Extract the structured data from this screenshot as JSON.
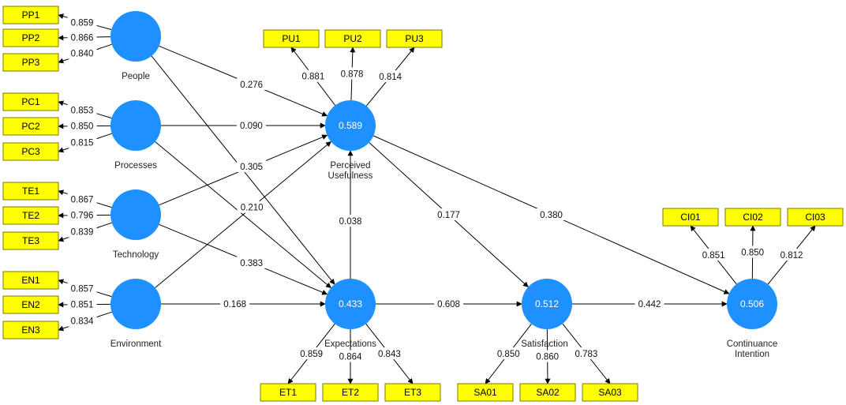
{
  "constructs": {
    "people": {
      "label_lines": [
        "People"
      ],
      "value": ""
    },
    "processes": {
      "label_lines": [
        "Processes"
      ],
      "value": ""
    },
    "technology": {
      "label_lines": [
        "Technology"
      ],
      "value": ""
    },
    "environment": {
      "label_lines": [
        "Environment"
      ],
      "value": ""
    },
    "perceived_usefulness": {
      "label_lines": [
        "Perceived",
        "Usefulness"
      ],
      "value": "0.589"
    },
    "expectations": {
      "label_lines": [
        "Expectations"
      ],
      "value": "0.433"
    },
    "satisfaction": {
      "label_lines": [
        "Satisfaction"
      ],
      "value": "0.512"
    },
    "continuance_intention": {
      "label_lines": [
        "Continuance",
        "Intention"
      ],
      "value": "0.506"
    }
  },
  "indicators": {
    "pp1": "PP1",
    "pp2": "PP2",
    "pp3": "PP3",
    "pc1": "PC1",
    "pc2": "PC2",
    "pc3": "PC3",
    "te1": "TE1",
    "te2": "TE2",
    "te3": "TE3",
    "en1": "EN1",
    "en2": "EN2",
    "en3": "EN3",
    "pu1": "PU1",
    "pu2": "PU2",
    "pu3": "PU3",
    "et1": "ET1",
    "et2": "ET2",
    "et3": "ET3",
    "sa01": "SA01",
    "sa02": "SA02",
    "sa03": "SA03",
    "ci01": "CI01",
    "ci02": "CI02",
    "ci03": "CI03"
  },
  "loadings": {
    "pp1": "0.859",
    "pp2": "0.866",
    "pp3": "0.840",
    "pc1": "0.853",
    "pc2": "0.850",
    "pc3": "0.815",
    "te1": "0.867",
    "te2": "0.796",
    "te3": "0.839",
    "en1": "0.857",
    "en2": "0.851",
    "en3": "0.834",
    "pu1": "0.881",
    "pu2": "0.878",
    "pu3": "0.814",
    "et1": "0.859",
    "et2": "0.864",
    "et3": "0.843",
    "sa01": "0.850",
    "sa02": "0.860",
    "sa03": "0.783",
    "ci01": "0.851",
    "ci02": "0.850",
    "ci03": "0.812"
  },
  "paths": {
    "people_pu": "0.276",
    "processes_pu": "0.090",
    "technology_pu": "0.305",
    "environment_pu": "0.210",
    "people_et": "",
    "processes_et": "",
    "technology_et": "0.383",
    "environment_et": "0.168",
    "et_pu": "0.038",
    "pu_sa": "0.177",
    "pu_ci": "0.380",
    "et_sa": "0.608",
    "sa_ci": "0.442"
  }
}
